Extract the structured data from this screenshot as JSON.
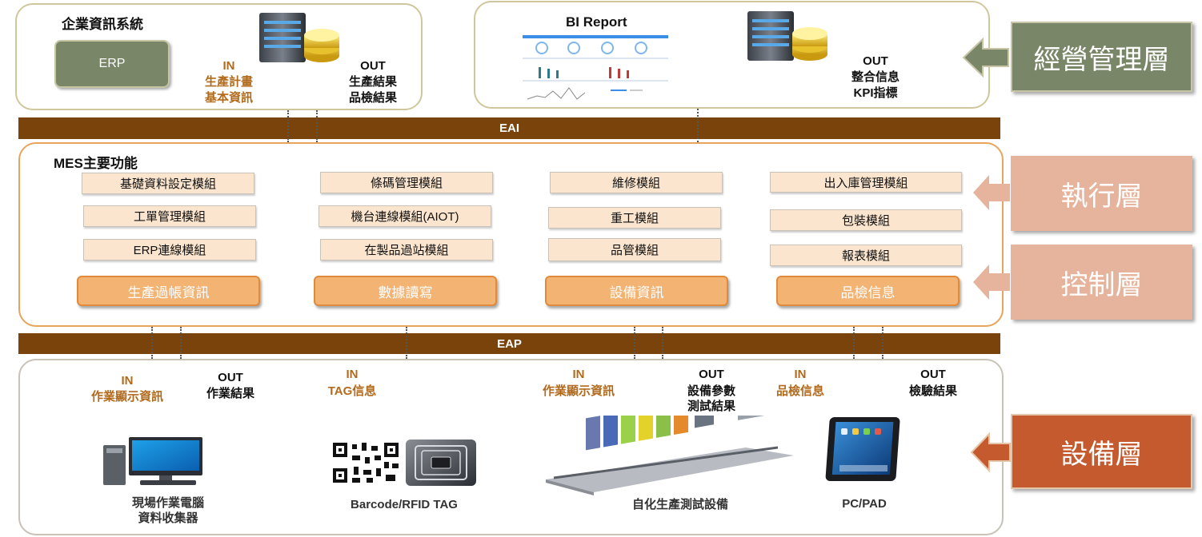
{
  "top_left": {
    "title": "企業資訊系統",
    "erp_label": "ERP",
    "in_label": "IN",
    "in_lines": [
      "生產計畫",
      "基本資訊"
    ],
    "out_label": "OUT",
    "out_lines": [
      "生產結果",
      "品檢結果"
    ]
  },
  "top_right": {
    "title": "BI Report",
    "out_label": "OUT",
    "out_lines": [
      "整合信息",
      "KPI指標"
    ]
  },
  "eai_label": "EAI",
  "mes": {
    "title": "MES主要功能",
    "columns": [
      {
        "modules": [
          "基礎資料設定模組",
          "工單管理模組",
          "ERP連線模組"
        ],
        "category": "生產過帳資訊"
      },
      {
        "modules": [
          "條碼管理模組",
          "機台連線模組(AIOT)",
          "在製品過站模組"
        ],
        "category": "數據讀寫"
      },
      {
        "modules": [
          "維修模組",
          "重工模組",
          "品管模組"
        ],
        "category": "設備資訊"
      },
      {
        "modules": [
          "出入庫管理模組",
          "包裝模組",
          "報表模組"
        ],
        "category": "品檢信息"
      }
    ]
  },
  "eap_label": "EAP",
  "equipment": {
    "io": [
      {
        "type": "IN",
        "lines": [
          "作業顯示資訊"
        ]
      },
      {
        "type": "OUT",
        "lines": [
          "作業結果"
        ]
      },
      {
        "type": "IN",
        "lines": [
          "TAG信息"
        ]
      },
      {
        "type": "IN",
        "lines": [
          "作業顯示資訊"
        ]
      },
      {
        "type": "OUT",
        "lines": [
          "設備參數",
          "測試結果"
        ]
      },
      {
        "type": "IN",
        "lines": [
          "品檢信息"
        ]
      },
      {
        "type": "OUT",
        "lines": [
          "檢驗結果"
        ]
      }
    ],
    "captions": [
      [
        "現場作業電腦",
        "資料收集器"
      ],
      [
        "Barcode/RFID TAG"
      ],
      [
        "自化生產測試設備"
      ],
      [
        "PC/PAD"
      ]
    ]
  },
  "layers": [
    {
      "label": "經營管理層",
      "color": "#7a8668"
    },
    {
      "label": "執行層",
      "color": "#e6b49c"
    },
    {
      "label": "控制層",
      "color": "#e6b49c"
    },
    {
      "label": "設備層",
      "color": "#c45a2e"
    }
  ]
}
